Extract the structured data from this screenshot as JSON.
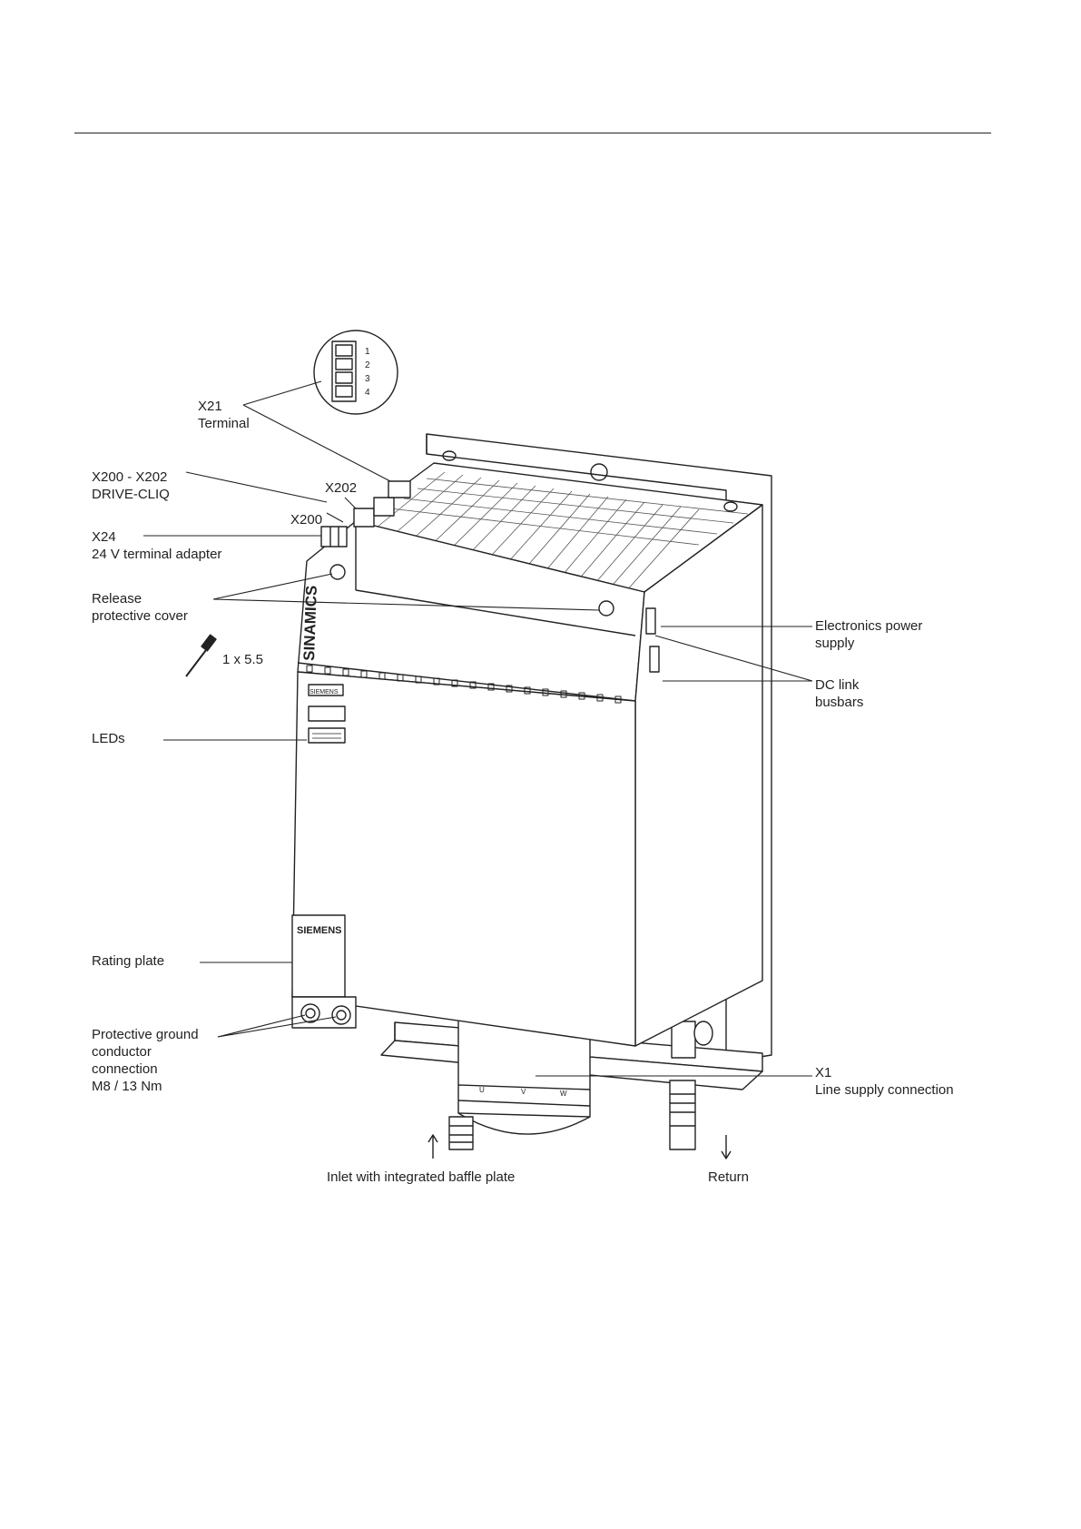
{
  "figure": {
    "labels": {
      "x21": "X21\nTerminal",
      "x200_x202": "X200 - X202\nDRIVE-CLIQ",
      "x202": "X202",
      "x200": "X200",
      "x24": "X24\n24 V terminal adapter",
      "release_cover": "Release\nprotective cover",
      "screwdriver": "1 x 5.5",
      "leds": "LEDs",
      "rating_plate": "Rating plate",
      "protective_ground": "Protective ground\nconductor\nconnection\nM8 / 13 Nm",
      "electronics_power": "Electronics power\nsupply",
      "dc_link": "DC link\nbusbars",
      "x1": "X1\nLine supply connection",
      "inlet": "Inlet with integrated baffle plate",
      "return": "Return"
    },
    "terminal_pins": [
      "1",
      "2",
      "3",
      "4"
    ],
    "device_text": {
      "brand_vertical": "SINAMICS",
      "logo_top": "SIEMENS",
      "logo_bottom": "SIEMENS",
      "phases": [
        "U",
        "V",
        "W"
      ]
    }
  }
}
